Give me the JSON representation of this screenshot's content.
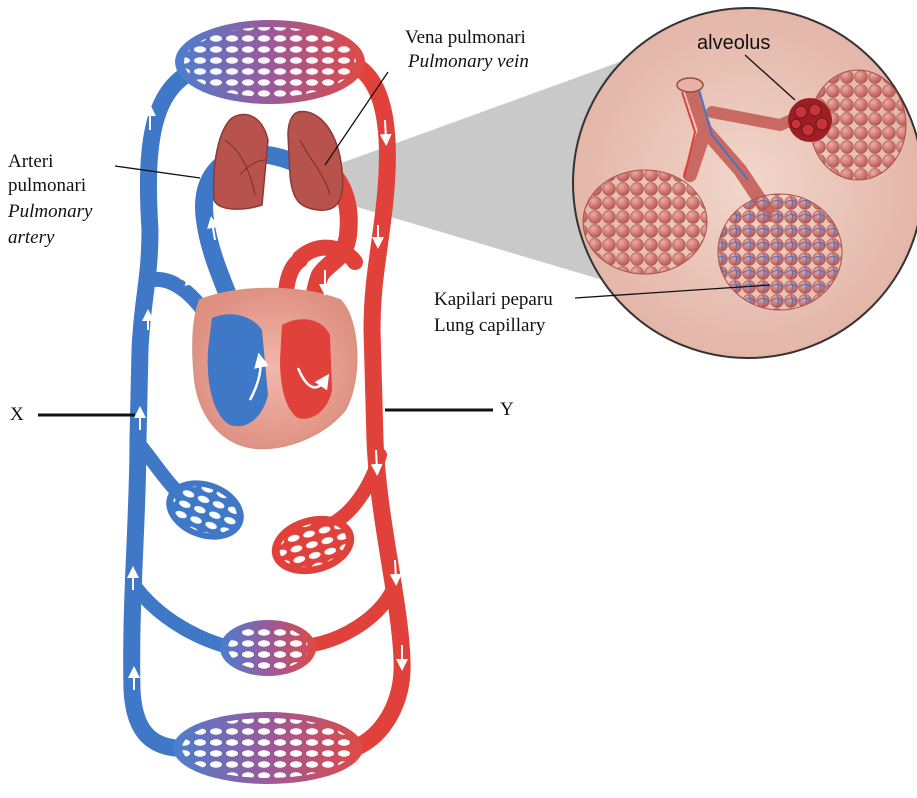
{
  "labels": {
    "vena_pulmonari": "Vena pulmonari",
    "pulmonary_vein": "Pulmonary vein",
    "arteri": "Arteri",
    "pulmonari": "pulmonari",
    "pulmonary": "Pulmonary",
    "artery": "artery",
    "alveolus": "alveolus",
    "kapilari_peparu": "Kapilari peparu",
    "lung_capillary": "Lung capillary",
    "x": "X",
    "y": "Y"
  },
  "colors": {
    "oxygenated": "#e0413a",
    "deoxygenated": "#3f78c6",
    "capillary_mix": "#a34f86",
    "alveoli_pink": "#d98a7e",
    "zoom_background": "#e9c2b7",
    "zoom_wedge": "#9a9a9a"
  }
}
